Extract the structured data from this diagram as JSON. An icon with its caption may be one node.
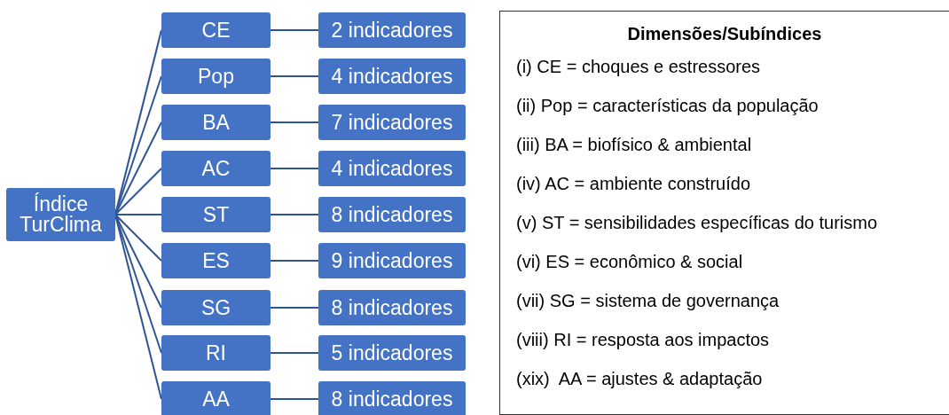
{
  "diagram": {
    "nodes": [
      {
        "text": [
          "Índice TurClima"
        ]
      },
      {
        "text": [
          "CE"
        ]
      },
      {
        "text": [
          "Pop"
        ]
      },
      {
        "text": [
          "BA"
        ]
      },
      {
        "text": [
          "AC"
        ]
      },
      {
        "text": [
          "ST"
        ]
      },
      {
        "text": [
          "ES"
        ]
      },
      {
        "text": [
          "SG"
        ]
      },
      {
        "text": [
          "RI"
        ]
      },
      {
        "text": [
          "AA"
        ]
      },
      {
        "text": [
          "2 indicadores"
        ]
      },
      {
        "text": [
          "4 indicadores"
        ]
      },
      {
        "text": [
          "7 indicadores"
        ]
      },
      {
        "text": [
          "4 indicadores"
        ]
      },
      {
        "text": [
          "8 indicadores"
        ]
      },
      {
        "text": [
          "9 indicadores"
        ]
      },
      {
        "text": [
          "8 indicadores"
        ]
      },
      {
        "text": [
          "5 indicadores"
        ]
      },
      {
        "text": [
          "8 indicadores"
        ]
      },
      {
        "text": [
          "Dimensões/Subíndices",
          "(i) CE = choques e estressores",
          "(ii) Pop = características da população",
          "(iii) BA = biofísico & ambiental",
          "(iv) AC = ambiente construído",
          "(v) ST = sensibilidades específicas do turismo",
          "(vi) ES = econômico & social",
          "(vii) SG = sistema de governança",
          "(viii) RI = resposta aos impactos",
          "(xix)  AA = ajustes & adaptação"
        ]
      }
    ],
    "edges": [
      {
        "from": 0,
        "to": 1,
        "arrow": "none"
      },
      {
        "from": 0,
        "to": 2,
        "arrow": "none"
      },
      {
        "from": 0,
        "to": 3,
        "arrow": "none"
      },
      {
        "from": 0,
        "to": 4,
        "arrow": "none"
      },
      {
        "from": 0,
        "to": 5,
        "arrow": "none"
      },
      {
        "from": 0,
        "to": 6,
        "arrow": "none"
      },
      {
        "from": 0,
        "to": 7,
        "arrow": "none"
      },
      {
        "from": 0,
        "to": 8,
        "arrow": "none"
      },
      {
        "from": 0,
        "to": 9,
        "arrow": "none"
      },
      {
        "from": 1,
        "to": 10,
        "arrow": "none"
      },
      {
        "from": 2,
        "to": 11,
        "arrow": "none"
      },
      {
        "from": 3,
        "to": 12,
        "arrow": "none"
      },
      {
        "from": 4,
        "to": 13,
        "arrow": "none"
      },
      {
        "from": 5,
        "to": 14,
        "arrow": "none"
      },
      {
        "from": 6,
        "to": 15,
        "arrow": "none"
      },
      {
        "from": 7,
        "to": 16,
        "arrow": "none"
      },
      {
        "from": 8,
        "to": 17,
        "arrow": "none"
      },
      {
        "from": 9,
        "to": 18,
        "arrow": "none"
      }
    ]
  }
}
